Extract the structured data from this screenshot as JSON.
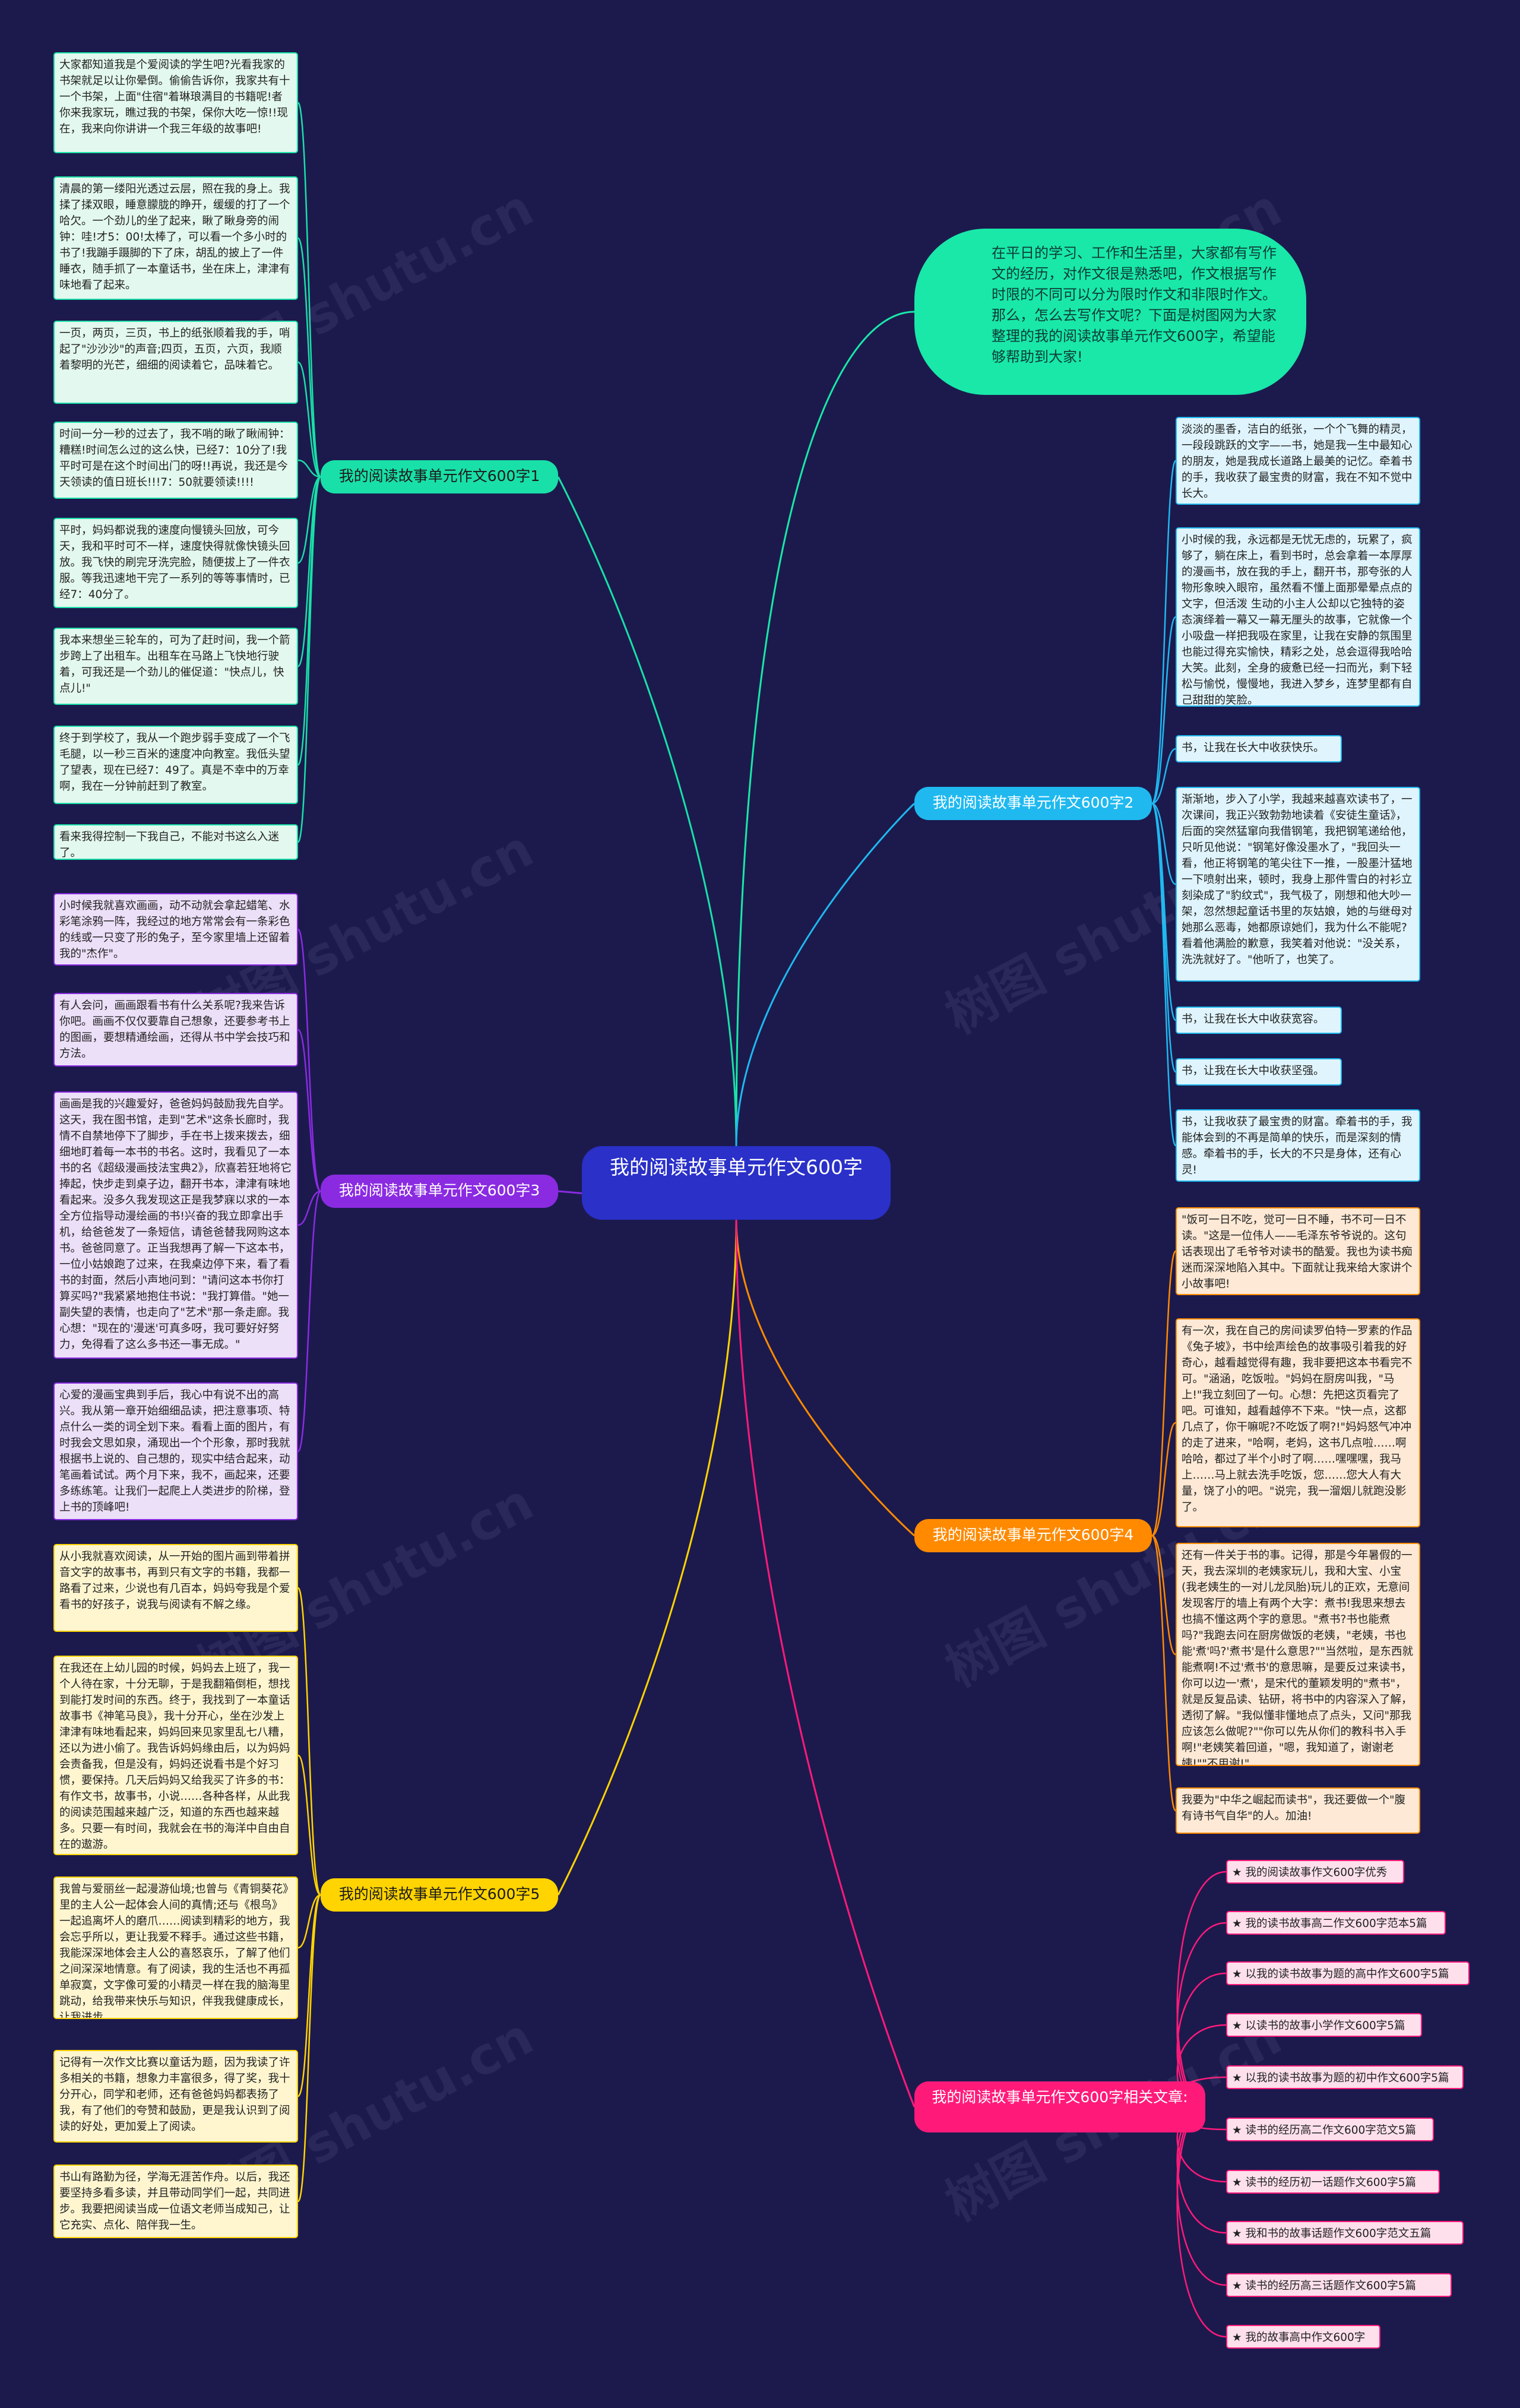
{
  "root": "我的阅读故事单元作文600字",
  "intro": "在平日的学习、工作和生活里，大家都有写作文的经历，对作文很是熟悉吧，作文根据写作时限的不同可以分为限时作文和非限时作文。那么，怎么去写作文呢？下面是树图网为大家整理的我的阅读故事单元作文600字，希望能够帮助到大家!",
  "watermark": "树图 shutu.cn",
  "colors": {
    "b1": "#19e0a8",
    "b2": "#1fb9f0",
    "b3": "#8a2be2",
    "b4": "#ff8a00",
    "b5": "#ffd400",
    "b6": "#ff1a7a"
  },
  "branches": [
    {
      "label": "我的阅读故事单元作文600字1",
      "side": "left",
      "leaf_bg": "#e3f8ee",
      "leaves": [
        "大家都知道我是个爱阅读的学生吧?光看我家的书架就足以让你晕倒。偷偷告诉你，我家共有十一个书架，上面\"住宿\"着琳琅满目的书籍呢!者你来我家玩，瞧过我的书架，保你大吃一惊!!现在，我来向你讲讲一个我三年级的故事吧!",
        "清晨的第一缕阳光透过云层，照在我的身上。我揉了揉双眼，睡意朦胧的睁开，缓缓的打了一个哈欠。一个劲儿的坐了起来，瞅了瞅身旁的闹钟：哇!才5：00!太棒了，可以看一个多小时的书了!我蹦手蹑脚的下了床，胡乱的披上了一件睡衣，随手抓了一本童话书，坐在床上，津津有味地看了起来。",
        "一页，两页，三页，书上的纸张顺着我的手，哨起了\"沙沙沙\"的声音;四页，五页，六页，我顺着黎明的光芒，细细的阅读着它，品味着它。",
        "时间一分一秒的过去了，我不哨的瞅了瞅闹钟：糟糕!时间怎么过的这么快，已经7：10分了!我平时可是在这个时间出门的呀!!再说，我还是今天领读的值日班长!!!7：50就要领读!!!!",
        "平时，妈妈都说我的速度向慢镜头回放，可今天，我和平时可不一样，速度快得就像快镜头回放。我飞快的刷完牙洗完脸，随便拔上了一件衣服。等我迅速地干完了一系列的等等事情时，已经7：40分了。",
        "我本来想坐三轮车的，可为了赶时间，我一个箭步跨上了出租车。出租车在马路上飞快地行驶着，可我还是一个劲儿的催促道：\"快点儿，快点儿!\"",
        "终于到学校了，我从一个跑步弱手变成了一个飞毛腿，以一秒三百米的速度冲向教室。我低头望了望表，现在已经7：49了。真是不幸中的万幸啊，我在一分钟前赶到了教室。",
        "看来我得控制一下我自己，不能对书这么入迷了。"
      ]
    },
    {
      "label": "我的阅读故事单元作文600字2",
      "side": "right",
      "leaf_bg": "#dff4fc",
      "leaves": [
        "淡淡的墨香，洁白的纸张，一个个飞舞的精灵，一段段跳跃的文字——书，她是我一生中最知心的朋友，她是我成长道路上最美的记忆。牵着书的手，我收获了最宝贵的财富，我在不知不觉中长大。",
        "小时候的我，永远都是无忧无虑的，玩累了，疯够了，躺在床上，看到书时，总会拿着一本厚厚的漫画书，放在我的手上，翻开书，那夸张的人物形象映入眼帘，虽然看不懂上面那晕晕点点的文字，但活泼 生动的小主人公却以它独特的姿态演绎着一幕又一幕无厘头的故事，它就像一个小吸盘一样把我吸在家里，让我在安静的氛围里也能过得充实愉快，精彩之处，总会逗得我哈哈大笑。此刻，全身的疲惫已经一扫而光，剩下轻松与愉悦，慢慢地，我进入梦乡，连梦里都有自己甜甜的笑脸。",
        "书，让我在长大中收获快乐。",
        "渐渐地，步入了小学，我越来越喜欢读书了，一次课间，我正兴致勃勃地读着《安徒生童话》，后面的突然猛窜向我借钢笔，我把钢笔递给他，只听见他说：\"钢笔好像没墨水了，\"我回头一看，他正将钢笔的笔尖往下一推，一股墨汁猛地一下喷射出来，顿时，我身上那件雪白的衬衫立刻染成了\"豹纹式\"，我气极了，刚想和他大吵一架，忽然想起童话书里的灰姑娘，她的与继母对她那么恶毒，她都原谅她们，我为什么不能呢?看着他满脸的歉意，我笑着对他说：\"没关系，洗洗就好了。\"他听了，也笑了。",
        "书，让我在长大中收获宽容。",
        "书，让我在长大中收获坚强。",
        "书，让我收获了最宝贵的财富。牵着书的手，我能体会到的不再是简单的快乐，而是深刻的情感。牵着书的手，长大的不只是身体，还有心灵!"
      ]
    },
    {
      "label": "我的阅读故事单元作文600字3",
      "side": "left",
      "leaf_bg": "#ecdff8",
      "leaves": [
        "小时候我就喜欢画画，动不动就会拿起蜡笔、水彩笔涂鸦一阵，我经过的地方常常会有一条彩色的线或一只变了形的兔子，至今家里墙上还留着我的\"杰作\"。",
        "有人会问，画画跟看书有什么关系呢?我来告诉你吧。画画不仅仅要靠自己想象，还要参考书上的图画，要想精通绘画，还得从书中学会技巧和方法。",
        "画画是我的兴趣爱好，爸爸妈妈鼓励我先自学。这天，我在图书馆，走到\"艺术\"这条长廊时，我情不自禁地停下了脚步，手在书上拨来拨去，细细地盯着每一本书的书名。这时，我看见了一本书的名《超级漫画技法宝典2》，欣喜若狂地将它捧起，快步走到桌子边，翻开书本，津津有味地看起来。没多久我发现这正是我梦寐以求的一本全方位指导动漫绘画的书!兴奋的我立即拿出手机，给爸爸发了一条短信，请爸爸替我网购这本书。爸爸同意了。正当我想再了解一下这本书，一位小姑娘跑了过来，在我桌边停下来，看了看书的封面，然后小声地问到：\"请问这本书你打算买吗?\"我紧紧地抱住书说：\"我打算借。\"她一副失望的表情，也走向了\"艺术\"那一条走廊。我心想：\"现在的'漫迷'可真多呀，我可要好好努力，免得看了这么多书还一事无成。\"",
        "心爱的漫画宝典到手后，我心中有说不出的高兴。我从第一章开始细细品读，把注意事项、特点什么一类的词全划下来。看看上面的图片，有时我会文思如泉，涌现出一个个形象，那时我就根据书上说的、自己想的，现实中结合起来，动笔画着试试。两个月下来，我不，画起来，还要多练练笔。让我们一起爬上人类进步的阶梯，登上书的顶峰吧!"
      ]
    },
    {
      "label": "我的阅读故事单元作文600字4",
      "side": "right",
      "leaf_bg": "#fde9d5",
      "leaves": [
        "\"饭可一日不吃，觉可一日不睡，书不可一日不读。\"这是一位伟人——毛泽东爷爷说的。这句话表现出了毛爷爷对读书的酷爱。我也为读书痴迷而深深地陷入其中。下面就让我来给大家讲个小故事吧!",
        "有一次，我在自己的房间读罗伯特一罗素的作品《兔子坡》，书中绘声绘色的故事吸引着我的好奇心，越看越觉得有趣，我非要把这本书看完不可。\"涵涵，吃饭啦。\"妈妈在厨房叫我，\"马上!\"我立刻回了一句。心想：先把这页看完了吧。可谁知，越看越停不下来。\"快一点，这都几点了，你干嘛呢?不吃饭了啊?!\"妈妈怒气冲冲的走了进来，\"哈啊，老妈，这书几点啦……啊哈哈，都过了半个小时了啊……嘿嘿嘿，我马上……马上就去洗手吃饭，您……您大人有大量，饶了小的吧。\"说完，我一溜烟儿就跑没影了。",
        "还有一件关于书的事。记得，那是今年暑假的一天，我去深圳的老姨家玩儿，我和大宝、小宝(我老姨生的一对儿龙凤胎)玩儿的正欢，无意间发现客厅的墙上有两个大字：煮书!我思来想去也搞不懂这两个字的意思。\"煮书?书也能煮吗?\"我跑去问在厨房做饭的老姨，\"老姨，书也能'煮'吗?'煮书'是什么意思?\"\"当然啦，是东西就能煮啊!不过'煮书'的意思嘛，是要反过来读书，你可以边一'煮'，是宋代的董颖发明的\"煮书\"，就是反复品读、钻研，将书中的内容深入了解，透彻了解。\"我似懂非懂地点了点头，又问\"那我应该怎么做呢?\"\"你可以先从你们的教科书入手啊!\"老姨笑着回道，\"嗯，我知道了，谢谢老姨!\"\"不用谢!\"",
        "我要为\"中华之崛起而读书\"，我还要做一个\"腹有诗书气自华\"的人。加油!"
      ]
    },
    {
      "label": "我的阅读故事单元作文600字5",
      "side": "left",
      "leaf_bg": "#fff6d0",
      "leaves": [
        "从小我就喜欢阅读，从一开始的图片画到带着拼音文字的故事书，再到只有文字的书籍，我都一路看了过来，少说也有几百本，妈妈夸我是个爱看书的好孩子，说我与阅读有不解之缘。",
        "在我还在上幼儿园的时候，妈妈去上班了，我一个人待在家，十分无聊，于是我翻箱倒柜，想找到能打发时间的东西。终于，我找到了一本童话故事书《神笔马良》，我十分开心，坐在沙发上津津有味地看起来，妈妈回来见家里乱七八糟，还以为进小偷了。我告诉妈妈缘由后，以为妈妈会责备我，但是没有，妈妈还说看书是个好习惯，要保持。几天后妈妈又给我买了许多的书：有作文书，故事书，小说……各种各样，从此我的阅读范围越来越广泛，知道的东西也越来越多。只要一有时间，我就会在书的海洋中自由自在的遨游。",
        "我曾与爱丽丝一起漫游仙境;也曾与《青铜葵花》里的主人公一起体会人间的真情;还与《根鸟》一起追离坏人的磨爪……阅读到精彩的地方，我会忘乎所以，更让我爱不释手。通过这些书籍，我能深深地体会主人公的喜怒哀乐，了解了他们之间深深地情意。有了阅读，我的生活也不再孤单寂寞，文字像可爱的小精灵一样在我的脑海里跳动，给我带来快乐与知识，伴我我健康成长，让我进步。",
        "记得有一次作文比赛以童话为题，因为我读了许多相关的书籍，想象力丰富很多，得了奖，我十分开心，同学和老师，还有爸爸妈妈都表扬了我，有了他们的夸赞和鼓励，更是我认识到了阅读的好处，更加爱上了阅读。",
        "书山有路勤为径，学海无涯苦作舟。以后，我还要坚持多看多读，并且带动同学们一起，共同进步。我要把阅读当成一位语文老师当成知己，让它充实、点化、陪伴我一生。"
      ]
    },
    {
      "label": "我的阅读故事单元作文600字相关文章:",
      "side": "right",
      "leaf_bg": "#fde0ec",
      "leaves": [
        "★ 我的阅读故事作文600字优秀",
        "★ 我的读书故事高二作文600字范本5篇",
        "★ 以我的读书故事为题的高中作文600字5篇",
        "★ 以读书的故事小学作文600字5篇",
        "★ 以我的读书故事为题的初中作文600字5篇",
        "★ 读书的经历高二作文600字范文5篇",
        "★ 读书的经历初一话题作文600字5篇",
        "★ 我和书的故事话题作文600字范文五篇",
        "★ 读书的经历高三话题作文600字5篇",
        "★ 我的故事高中作文600字"
      ]
    }
  ]
}
